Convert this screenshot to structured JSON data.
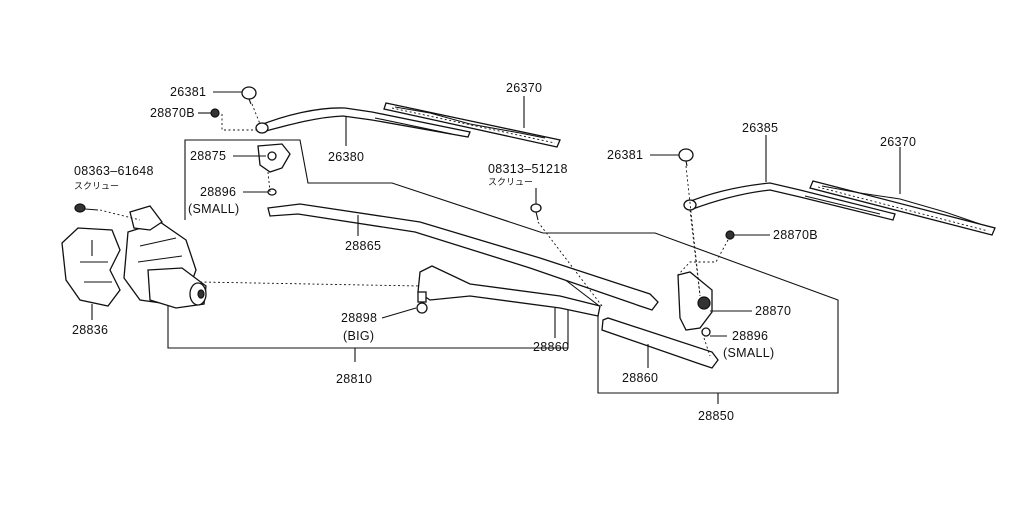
{
  "parts": {
    "p26381_a": "26381",
    "p28870B_a": "28870B",
    "p26370_a": "26370",
    "p26380": "26380",
    "p28875": "28875",
    "p08363": "08363–61648",
    "p08363_sub": "スクリュー",
    "p28896_a": "28896",
    "p28896_a_sub": "(SMALL)",
    "p28865": "28865",
    "p08313": "08313–51218",
    "p08313_sub": "スクリュー",
    "p26381_b": "26381",
    "p26385": "26385",
    "p26370_b": "26370",
    "p28870B_b": "28870B",
    "p28870": "28870",
    "p28896_b": "28896",
    "p28896_b_sub": "(SMALL)",
    "p28836": "28836",
    "p28898": "28898",
    "p28898_sub": "(BIG)",
    "p28860_a": "28860",
    "p28860_b": "28860",
    "p28810": "28810",
    "p28850": "28850"
  }
}
